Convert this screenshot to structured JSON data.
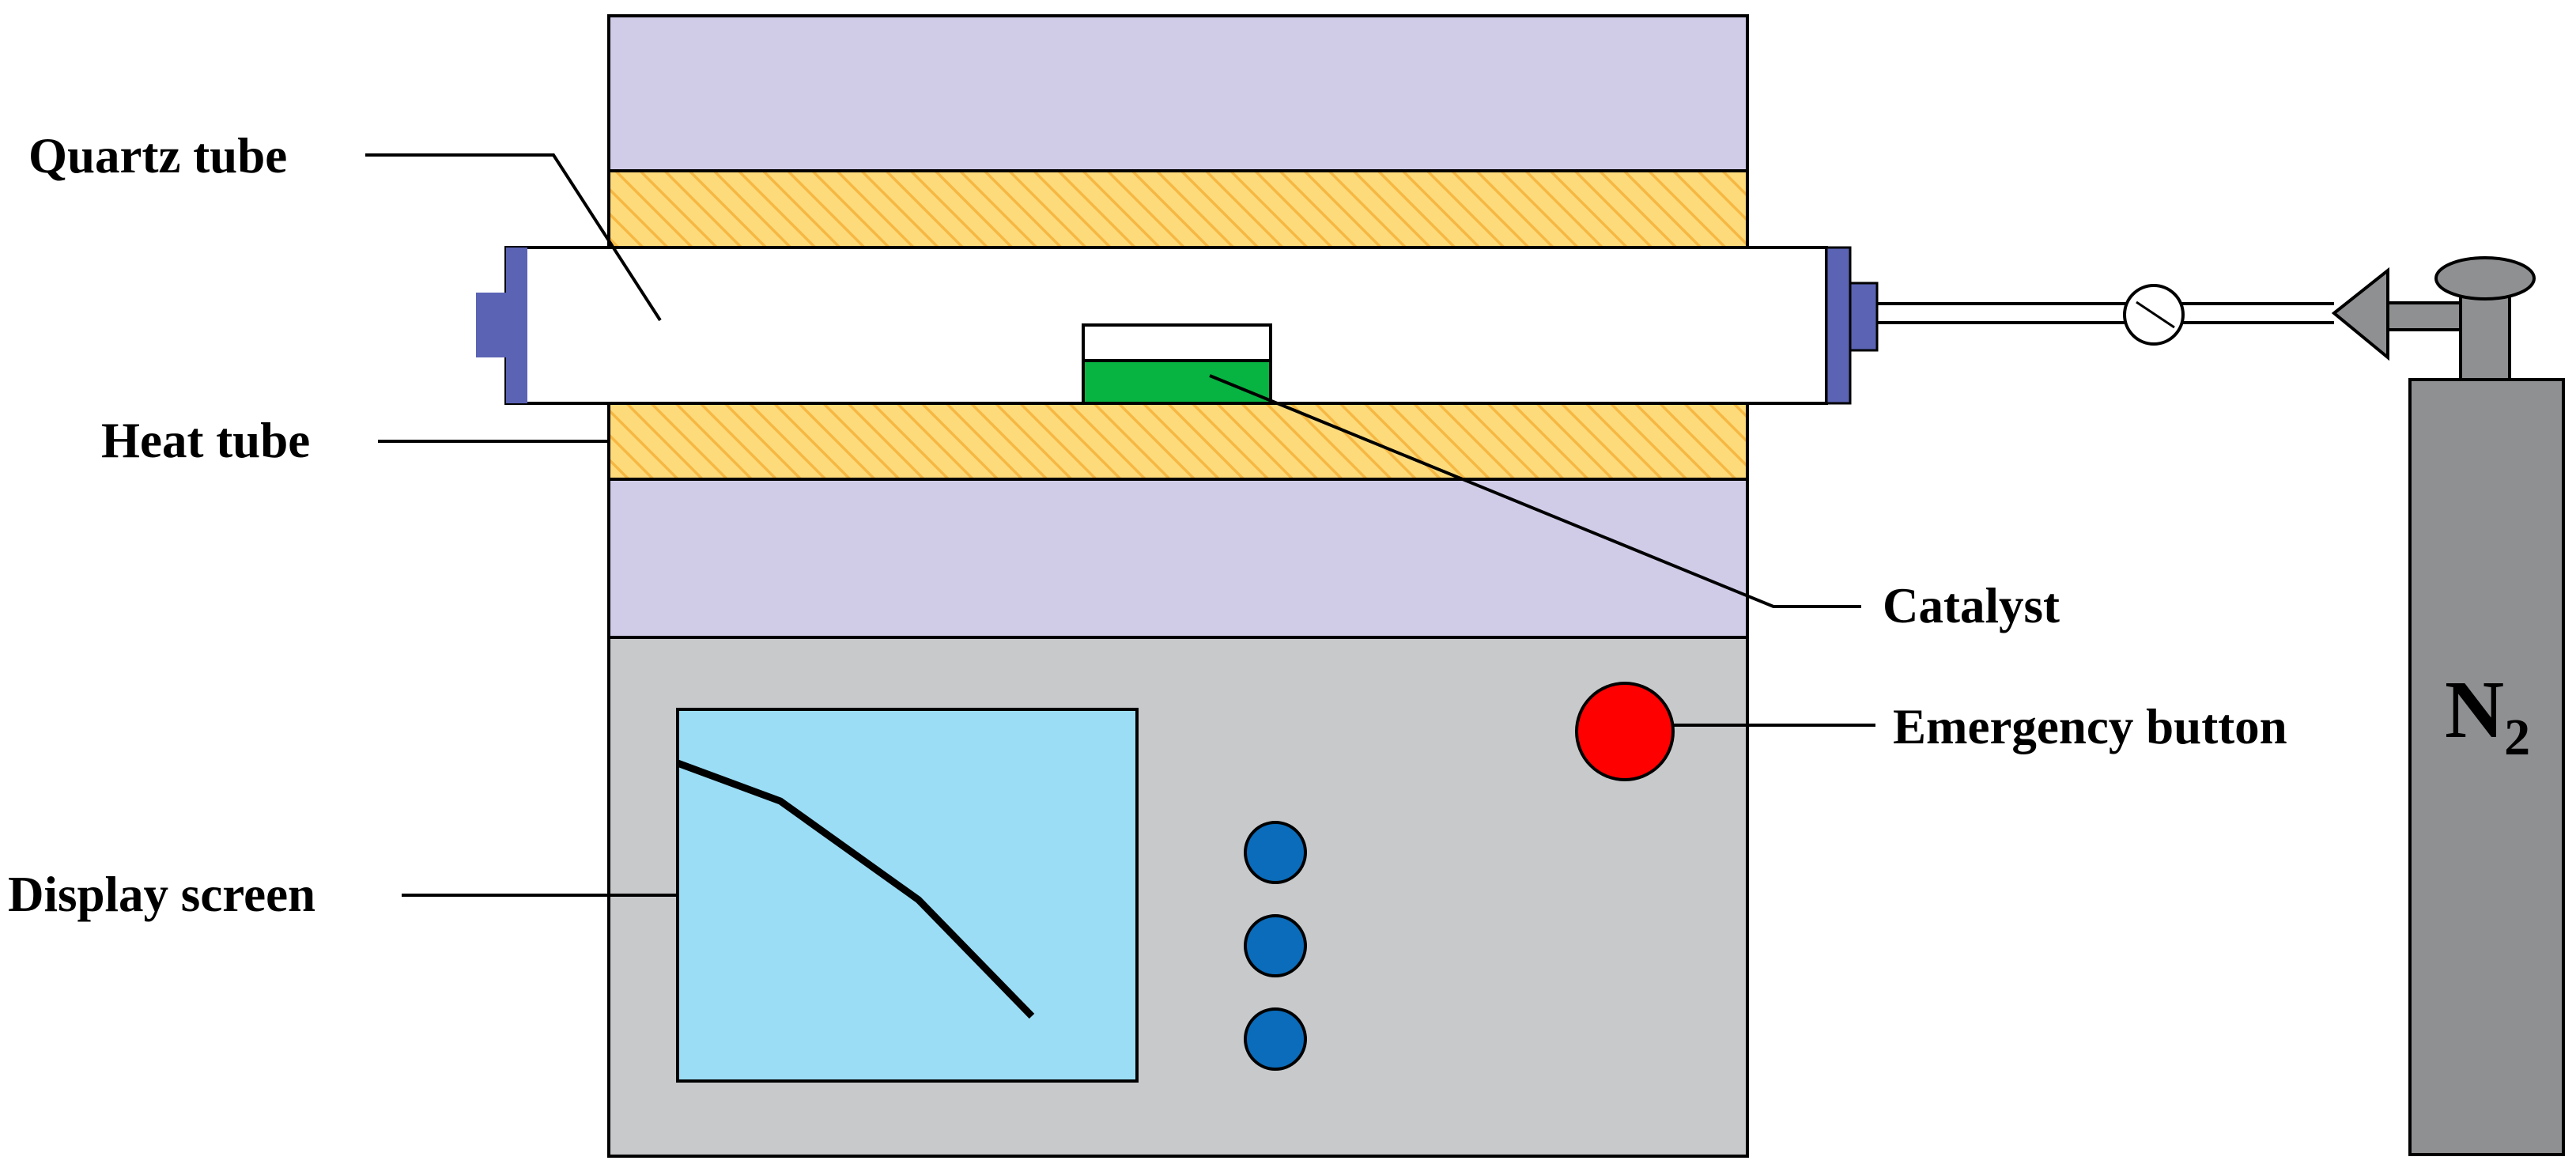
{
  "labels": {
    "quartz_tube": "Quartz tube",
    "heat_tube": "Heat tube",
    "catalyst": "Catalyst",
    "emergency_button": "Emergency button",
    "display_screen": "Display screen",
    "gas_symbol": "N",
    "gas_subscript": "2"
  },
  "colors": {
    "furnace_body": "#d0cce8",
    "heat_tube": "#fddb7b",
    "heat_hatch": "#f6b843",
    "control_panel": "#c8c9cb",
    "display_screen": "#9bddf5",
    "end_cap": "#5b63b4",
    "catalyst": "#08b441",
    "emergency_button": "#ff0000",
    "control_knobs": "#0a6cba",
    "gas_cylinder": "#8f9092"
  },
  "display_curve": [
    {
      "t": 0.0,
      "v": 1.0
    },
    {
      "t": 0.29,
      "v": 0.85
    },
    {
      "t": 0.68,
      "v": 0.46
    },
    {
      "t": 1.0,
      "v": 0.0
    }
  ]
}
